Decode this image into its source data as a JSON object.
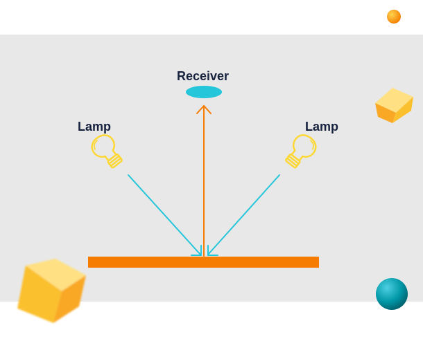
{
  "diagram": {
    "receiver_label": "Receiver",
    "lamp_left_label": "Lamp",
    "lamp_right_label": "Lamp"
  },
  "colors": {
    "background_panel": "#e8e8e8",
    "surface": "#f57c00",
    "incident_ray": "#26c6da",
    "reflected_ray": "#f57c00",
    "receiver": "#26c6da",
    "lamp_outline": "#fdd835",
    "label_text": "#16213e"
  }
}
